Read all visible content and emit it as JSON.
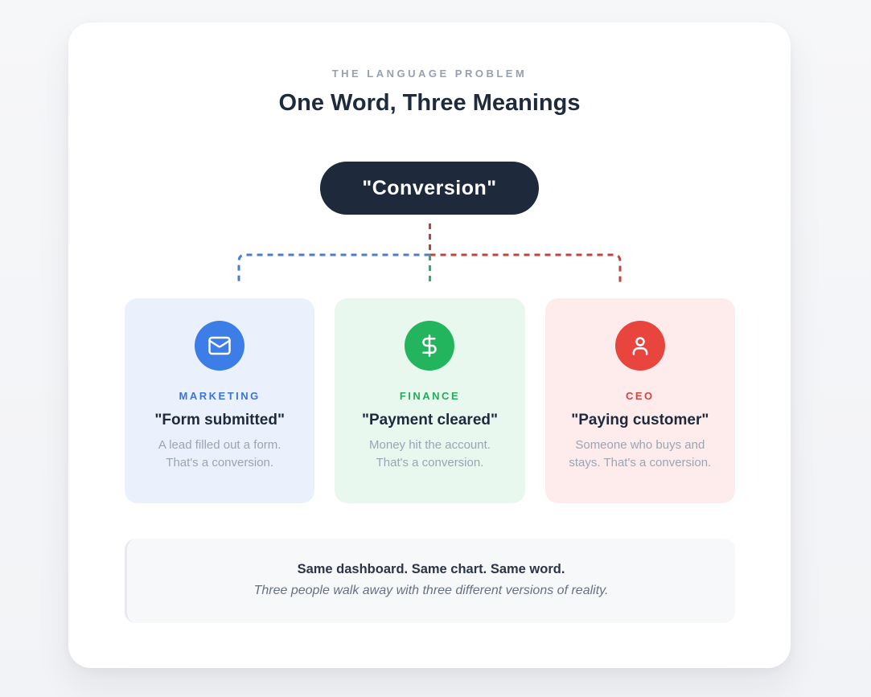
{
  "header": {
    "eyebrow": "THE LANGUAGE PROBLEM",
    "title": "One Word, Three Meanings"
  },
  "pill": {
    "label": "\"Conversion\"",
    "bg_color": "#1e293b",
    "text_color": "#ffffff"
  },
  "connectors": {
    "stem_color": "#b8443f",
    "left_branch_color": "#4a7ccf",
    "middle_branch_color": "#2fb266",
    "right_branch_color": "#c2423d",
    "style": "dashed"
  },
  "cards": [
    {
      "label": "MARKETING",
      "icon": "mail-icon",
      "heading": "\"Form submitted\"",
      "description": "A lead filled out a form. That's a conversion.",
      "accent_color": "#3c74d9",
      "circle_color": "#3c7de8",
      "bg_color": "#eaf1fc"
    },
    {
      "label": "FINANCE",
      "icon": "dollar-icon",
      "heading": "\"Payment cleared\"",
      "description": "Money hit the account. That's a conversion.",
      "accent_color": "#27aa5a",
      "circle_color": "#23b55e",
      "bg_color": "#e8f8ef"
    },
    {
      "label": "CEO",
      "icon": "user-icon",
      "heading": "\"Paying customer\"",
      "description": "Someone who buys and stays. That's a conversion.",
      "accent_color": "#d9423c",
      "circle_color": "#e9453f",
      "bg_color": "#fdeceb"
    }
  ],
  "summary": {
    "bold_line": "Same dashboard. Same chart. Same word.",
    "italic_line": "Three people walk away with three different versions of reality."
  },
  "colors": {
    "page_bg": "#f4f5f7",
    "panel_bg": "#ffffff",
    "title_text": "#1f2a3d",
    "eyebrow_text": "#95a0b1",
    "card_heading_text": "#1e2a3b",
    "card_description_text": "#9aa5b4",
    "summary_bg": "#f7f8fa"
  }
}
